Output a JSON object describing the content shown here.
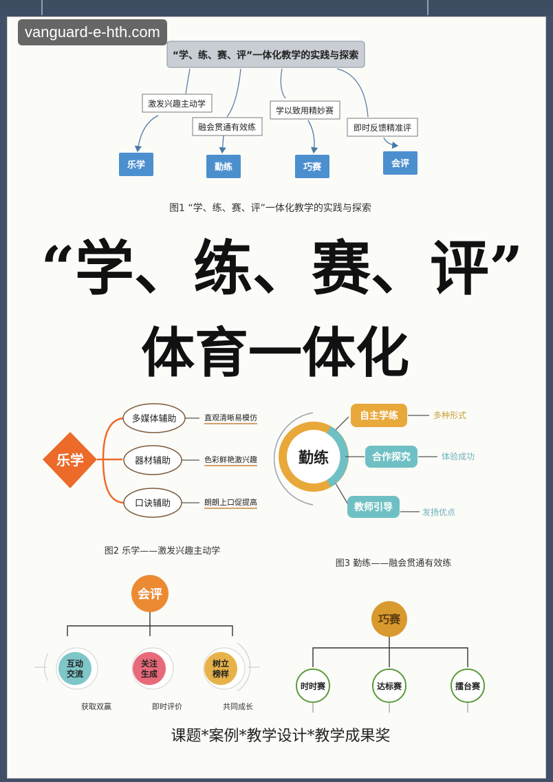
{
  "watermark": "vanguard-e-hth.com",
  "fig1": {
    "title": "“学、练、赛、评”一体化教学的实践与探索",
    "labels": [
      "激发兴趣主动学",
      "融会贯通有效练",
      "学以致用精妙赛",
      "即时反馈精准评"
    ],
    "boxes": [
      "乐学",
      "勤练",
      "巧赛",
      "会评"
    ],
    "caption": "图1  “学、练、赛、评”一体化教学的实践与探索"
  },
  "headline": {
    "line1": "“学、练、赛、评”",
    "line2": "体育一体化"
  },
  "fig2": {
    "center": "乐学",
    "items": [
      "多媒体辅助",
      "器材辅助",
      "口诀辅助"
    ],
    "notes": [
      "直观清晰易模仿",
      "色彩鲜艳激兴趣",
      "朗朗上口促提高"
    ],
    "caption": "图2  乐学——激发兴趣主动学"
  },
  "fig3": {
    "center": "勤练",
    "items": [
      "自主学练",
      "合作探究",
      "教师引导"
    ],
    "notes": [
      "多种形式",
      "体验成功",
      "发扬优点"
    ],
    "caption": "图3  勤练——融会贯通有效练"
  },
  "fig4": {
    "center": "会评",
    "items": [
      "互动交流",
      "关注生成",
      "树立榜样"
    ],
    "notes": [
      "获取双赢",
      "即时评价",
      "共同成长"
    ]
  },
  "fig5": {
    "center": "巧赛",
    "items": [
      "时时赛",
      "达标赛",
      "擂台赛"
    ]
  },
  "footer": "课题*案例*教学设计*教学成果奖",
  "colors": {
    "blue": "#4c8fcf",
    "orange": "#ec6a2a",
    "amber": "#e8a83a",
    "teal": "#6fc0c4",
    "red": "#e05a4a",
    "green": "#9bc96c",
    "brown": "#c9a13a"
  }
}
